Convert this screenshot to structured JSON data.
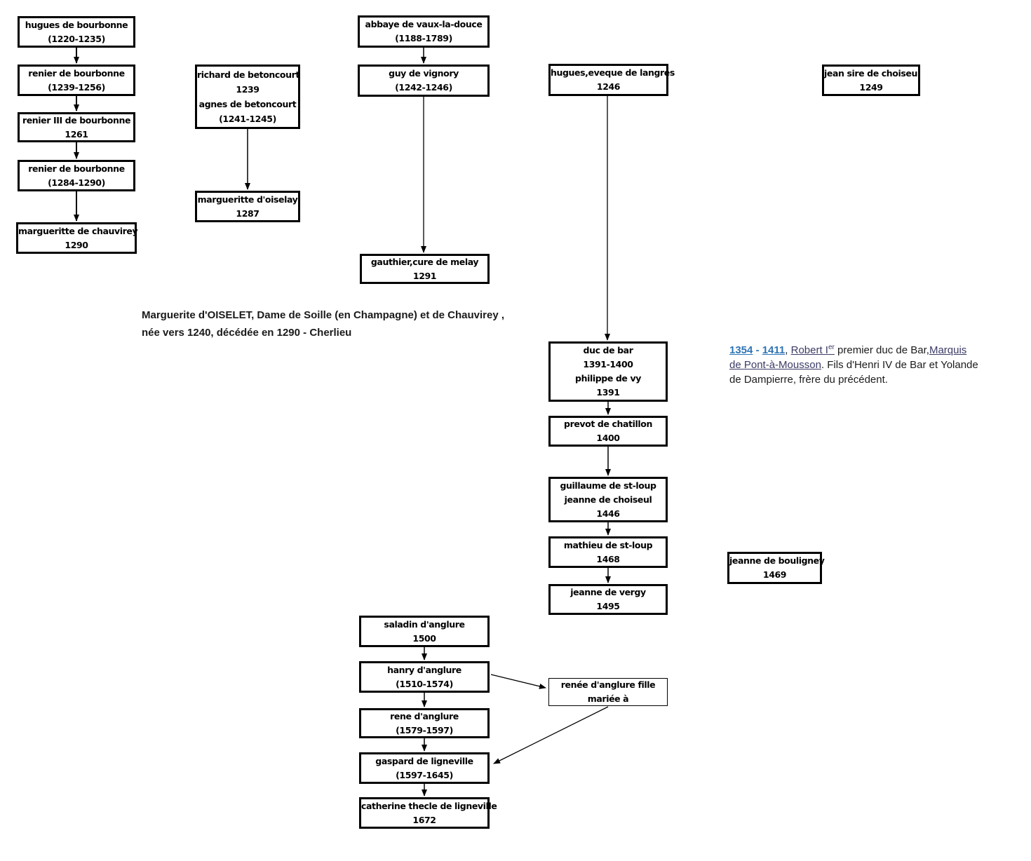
{
  "colors": {
    "box_border": "#000000",
    "box_text": "#000000",
    "link_blue": "#2E74B5",
    "link_visited_dark": "#3B3B66",
    "body_text": "#1c1c1c"
  },
  "boxes": [
    {
      "id": "hugues-de-bourbonne",
      "lines": [
        "hugues de bourbonne",
        "(1220-1235)"
      ]
    },
    {
      "id": "renier-de-bourbonne-1239",
      "lines": [
        "renier de bourbonne",
        "(1239-1256)"
      ]
    },
    {
      "id": "renier-iii-de-bourbonne",
      "lines": [
        "renier III de bourbonne",
        "1261"
      ]
    },
    {
      "id": "renier-de-bourbonne-1284",
      "lines": [
        "renier de bourbonne",
        "(1284-1290)"
      ]
    },
    {
      "id": "margueritte-de-chauvirey",
      "lines": [
        "margueritte de chauvirey",
        "1290"
      ]
    },
    {
      "id": "richard-de-betoncourt",
      "lines": [
        "richard de betoncourt",
        "1239",
        "agnes de betoncourt",
        "(1241-1245)"
      ]
    },
    {
      "id": "margueritte-d-oiselay",
      "lines": [
        "margueritte d'oiselay",
        "1287"
      ]
    },
    {
      "id": "abbaye-de-vaux-la-douce",
      "lines": [
        "abbaye de vaux-la-douce",
        "(1188-1789)"
      ]
    },
    {
      "id": "guy-de-vignory",
      "lines": [
        "guy de vignory",
        "(1242-1246)"
      ]
    },
    {
      "id": "gauthier-cure-de-melay",
      "lines": [
        "gauthier,cure de melay",
        "1291"
      ]
    },
    {
      "id": "hugues-eveque-de-langres",
      "lines": [
        "hugues,eveque de langres",
        "1246"
      ]
    },
    {
      "id": "jean-sire-de-choiseul",
      "lines": [
        "jean sire de choiseul",
        "1249"
      ]
    },
    {
      "id": "duc-de-bar",
      "lines": [
        "duc de bar",
        "1391-1400",
        "philippe de vy",
        "1391"
      ]
    },
    {
      "id": "prevot-de-chatillon",
      "lines": [
        "prevot de chatillon",
        "1400"
      ]
    },
    {
      "id": "guillaume-de-st-loup",
      "lines": [
        "guillaume de st-loup",
        "jeanne de choiseul",
        "1446"
      ]
    },
    {
      "id": "mathieu-de-st-loup",
      "lines": [
        "mathieu de st-loup",
        "1468"
      ]
    },
    {
      "id": "jeanne-de-vergy",
      "lines": [
        "jeanne de vergy",
        "1495"
      ]
    },
    {
      "id": "jeanne-de-bouligney",
      "lines": [
        "jeanne de bouligney",
        "1469"
      ]
    },
    {
      "id": "saladin-d-anglure",
      "lines": [
        "saladin d'anglure",
        "1500"
      ]
    },
    {
      "id": "hanry-d-anglure",
      "lines": [
        "hanry d'anglure",
        "(1510-1574)"
      ]
    },
    {
      "id": "renee-d-anglure",
      "lines": [
        "renée d'anglure fille",
        "mariée à"
      ]
    },
    {
      "id": "rene-d-anglure",
      "lines": [
        "rene d'anglure",
        "(1579-1597)"
      ]
    },
    {
      "id": "gaspard-de-ligneville",
      "lines": [
        "gaspard de ligneville",
        "(1597-1645)"
      ]
    },
    {
      "id": "catherine-thecle-de-ligneville",
      "lines": [
        "catherine thecle de ligneville",
        "1672"
      ]
    }
  ],
  "annotation": {
    "line1": "Marguerite d'OISELET, Dame de Soille (en Champagne) et de Chauvirey ,",
    "line2": "née vers 1240, décédée en 1290 - Cherlieu"
  },
  "note": {
    "line1": {
      "y1354": "1354",
      "dash": " - ",
      "y1411": "1411",
      "comma": ", ",
      "robert": "Robert I",
      "robert_sup": "er",
      "premier": " premier duc de Bar,",
      "marquis": "Marquis"
    },
    "line2": {
      "mousson": "de Pont-à-Mousson",
      "rest": ". Fils d'Henri IV de Bar et Yolande"
    },
    "line3": {
      "rest": "de Dampierre, frère du précédent."
    }
  }
}
